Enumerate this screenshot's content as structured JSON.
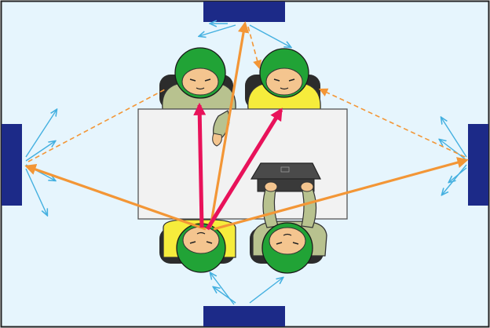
{
  "colors": {
    "background": "#e6f5fd",
    "frame": "#222222",
    "speaker_panel": "#1c2a88",
    "table": "#f2f2f2",
    "table_border": "#555555",
    "hair": "#21a336",
    "skin": "#f4c58f",
    "shirt_green": "#b8c28f",
    "shirt_yellow": "#f6ec3c",
    "chair": "#2c2c2c",
    "laptop": "#4a4a4a",
    "direct_arrow": "#e8125a",
    "reflect_arrow": "#f39636",
    "scatter_arrow": "#44b0e0"
  },
  "icons": {
    "speaker": "speaker-panel-icon",
    "person": "person-topdown-icon",
    "laptop": "laptop-icon",
    "direct": "direct-sound-arrow-icon",
    "reflect": "reflected-sound-arrow-icon",
    "scatter": "scattered-sound-arrow-icon"
  },
  "speakers": [
    {
      "position": "top-center"
    },
    {
      "position": "left"
    },
    {
      "position": "right"
    },
    {
      "position": "bottom-center"
    }
  ],
  "people": [
    {
      "seat": "top-left",
      "shirt": "green"
    },
    {
      "seat": "top-right",
      "shirt": "yellow"
    },
    {
      "seat": "bottom-left",
      "shirt": "yellow",
      "role": "speaker"
    },
    {
      "seat": "bottom-right",
      "shirt": "green",
      "uses_laptop": true
    }
  ]
}
